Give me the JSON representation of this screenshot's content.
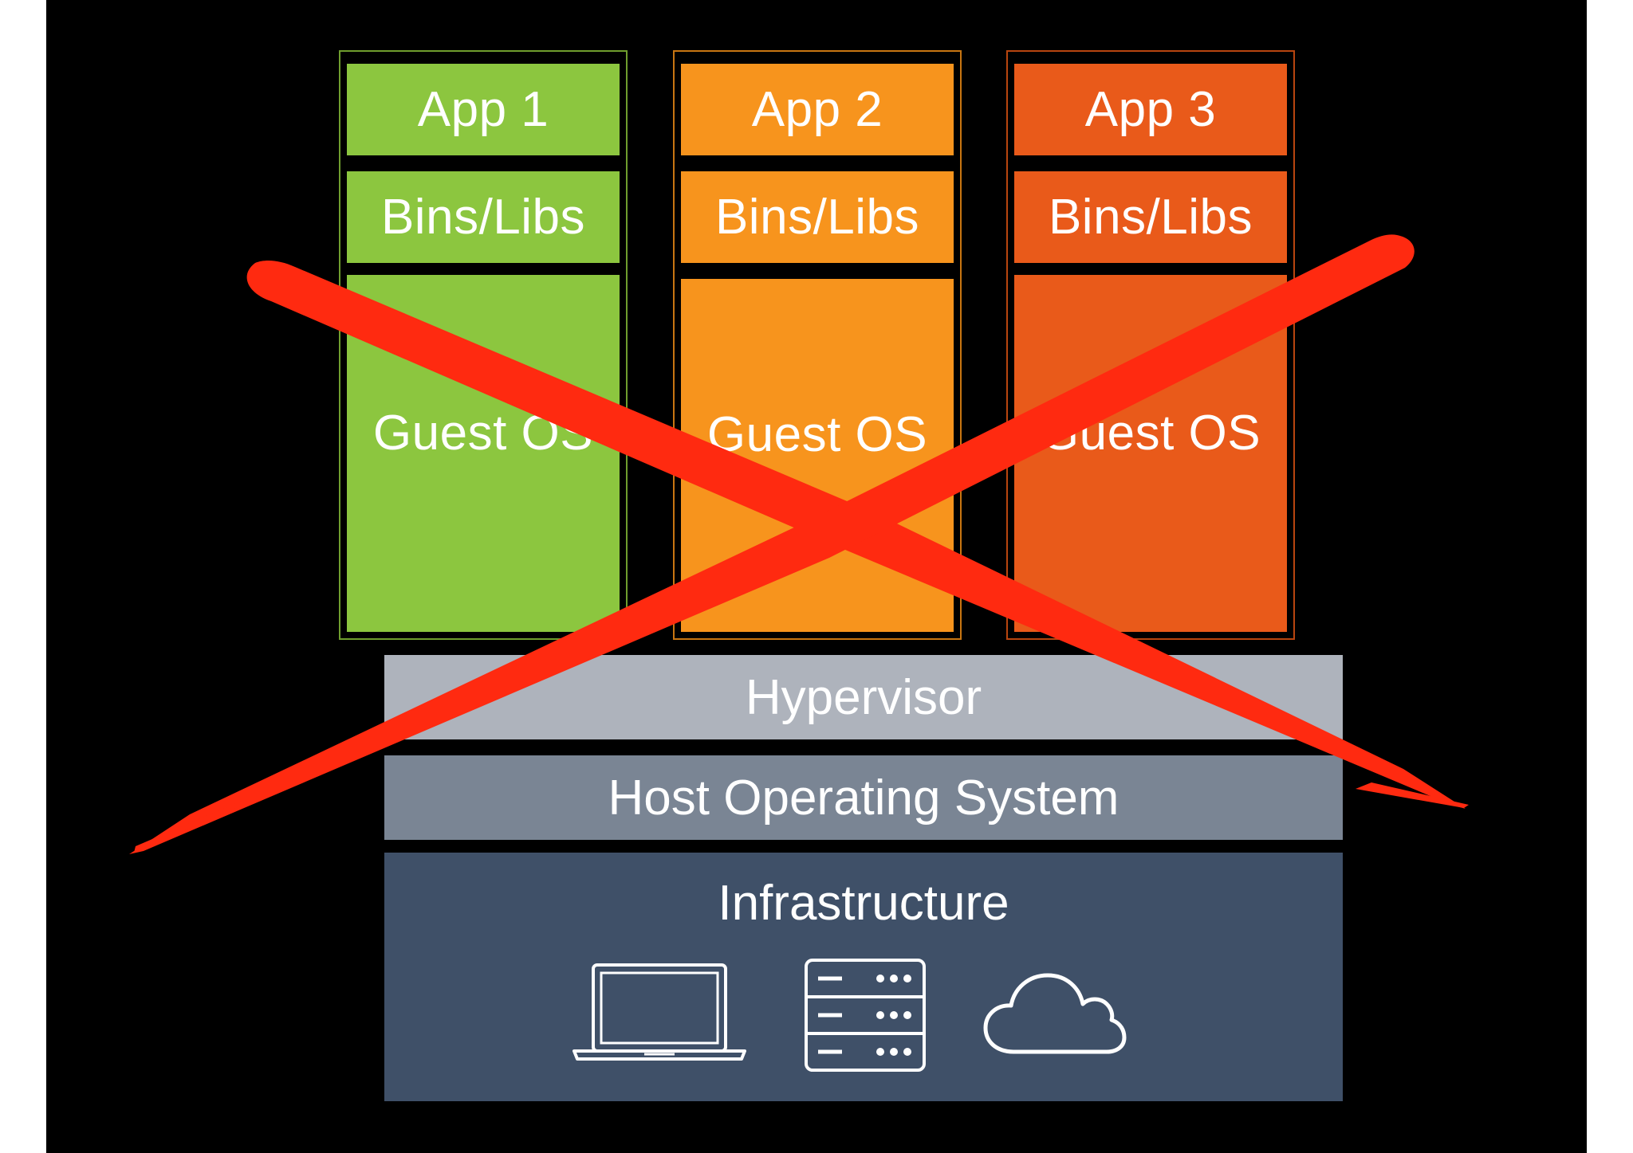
{
  "stacks": [
    {
      "app_label": "App 1",
      "libs_label": "Bins/Libs",
      "os_label": "Guest OS",
      "color": "#8cc63f",
      "border_color": "#6f9e2e"
    },
    {
      "app_label": "App 2",
      "libs_label": "Bins/Libs",
      "os_label": "Guest OS",
      "color": "#f7941d",
      "border_color": "#c87612"
    },
    {
      "app_label": "App 3",
      "libs_label": "Bins/Libs",
      "os_label": "Guest OS",
      "color": "#e95a1a",
      "border_color": "#b8450f"
    }
  ],
  "hypervisor": {
    "label": "Hypervisor",
    "color": "#aeb3bc"
  },
  "host_os": {
    "label": "Host Operating System",
    "color": "#7a8594"
  },
  "infrastructure": {
    "label": "Infrastructure",
    "color": "#3f5068",
    "icons": [
      "laptop-icon",
      "server-icon",
      "cloud-icon"
    ]
  },
  "cross_color": "#ff2a10"
}
